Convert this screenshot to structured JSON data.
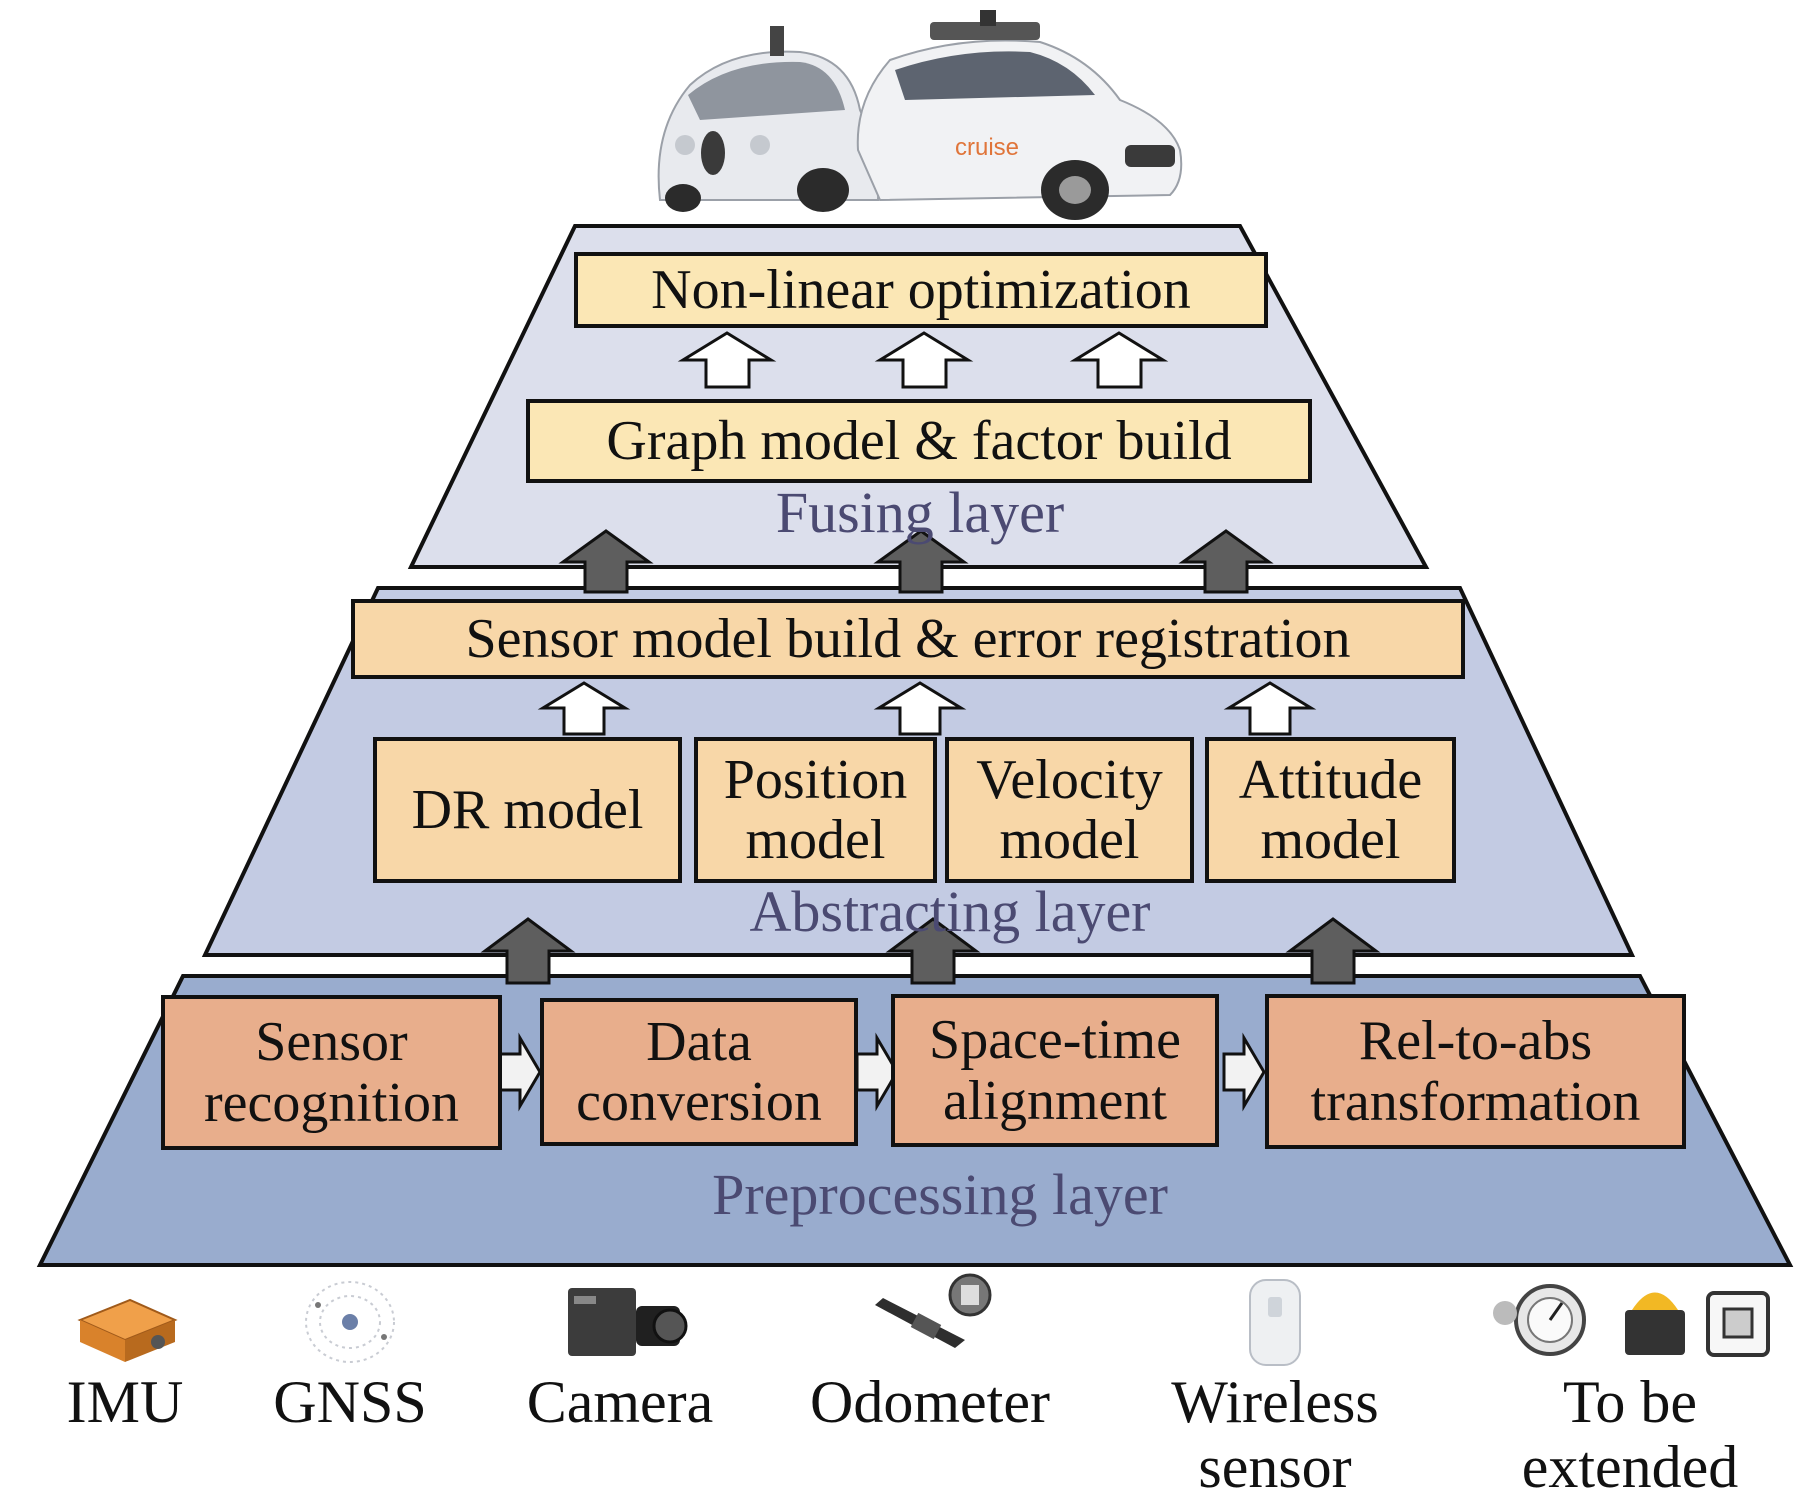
{
  "colors": {
    "fusing_layer": "#dcdfec",
    "abstracting_layer": "#c3cbe3",
    "preprocessing_layer": "#99acce",
    "fusing_box": "#fbe7b5",
    "abstracting_box": "#f8d7a8",
    "preprocessing_box": "#e8ae8c",
    "layer_text": "#4b4a72",
    "up_arrow": "#5e5e5e"
  },
  "vehicles": {
    "logo": "cruise"
  },
  "fusing_layer": {
    "label": "Fusing layer",
    "top_box": "Non-linear optimization",
    "bottom_box": "Graph model & factor build"
  },
  "abstracting_layer": {
    "label": "Abstracting layer",
    "top_box": "Sensor model build & error registration",
    "models": [
      "DR model",
      "Position\nmodel",
      "Velocity\nmodel",
      "Attitude\nmodel"
    ]
  },
  "preprocessing_layer": {
    "label": "Preprocessing layer",
    "steps": [
      "Sensor\nrecognition",
      "Data\nconversion",
      "Space-time\nalignment",
      "Rel-to-abs\ntransformation"
    ]
  },
  "sensors": [
    {
      "label": "IMU",
      "icon": "imu-icon"
    },
    {
      "label": "GNSS",
      "icon": "gnss-icon"
    },
    {
      "label": "Camera",
      "icon": "camera-icon"
    },
    {
      "label": "Odometer",
      "icon": "odometer-icon"
    },
    {
      "label": "Wireless\nsensor",
      "icon": "wireless-sensor-icon"
    },
    {
      "label": "To be\nextended",
      "icon": "extension-sensors-icon"
    }
  ]
}
